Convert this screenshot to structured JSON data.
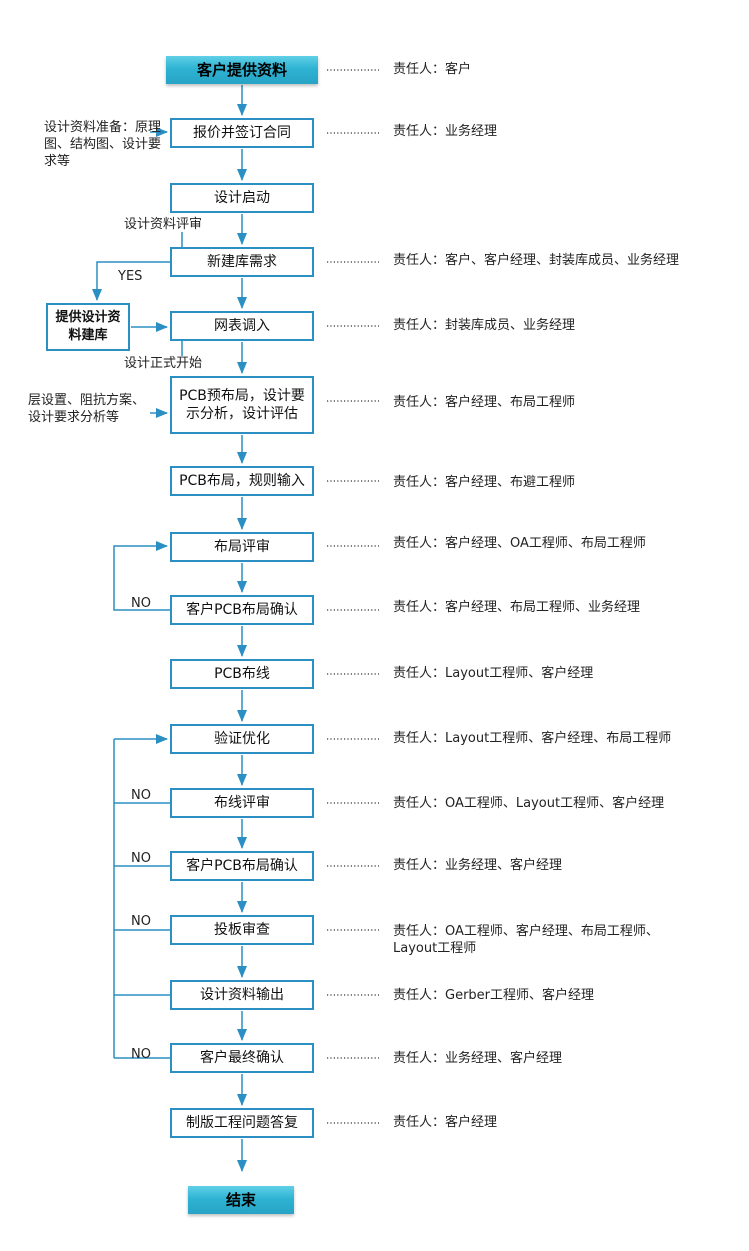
{
  "steps": [
    {
      "label": "客户提供资料",
      "resp": "责任人：客户"
    },
    {
      "label": "报价并签订合同",
      "resp": "责任人：业务经理"
    },
    {
      "label": "设计启动",
      "resp": ""
    },
    {
      "label": "新建库需求",
      "resp": "责任人：客户、客户经理、封装库成员、业务经理"
    },
    {
      "label": "网表调入",
      "resp": "责任人：封装库成员、业务经理"
    },
    {
      "label": "PCB预布局，设计要示分析，设计评估",
      "resp": "责任人：客户经理、布局工程师"
    },
    {
      "label": "PCB布局，规则输入",
      "resp": "责任人：客户经理、布避工程师"
    },
    {
      "label": "布局评审",
      "resp": "责任人：客户经理、OA工程师、布局工程师"
    },
    {
      "label": "客户PCB布局确认",
      "resp": "责任人：客户经理、布局工程师、业务经理"
    },
    {
      "label": "PCB布线",
      "resp": "责任人：Layout工程师、客户经理"
    },
    {
      "label": "验证优化",
      "resp": "责任人：Layout工程师、客户经理、布局工程师"
    },
    {
      "label": "布线评审",
      "resp": "责任人：OA工程师、Layout工程师、客户经理"
    },
    {
      "label": "客户PCB布局确认",
      "resp": "责任人：业务经理、客户经理"
    },
    {
      "label": "投板审查",
      "resp": "责任人：OA工程师、客户经理、布局工程师、Layout工程师"
    },
    {
      "label": "设计资料输出",
      "resp": "责任人：Gerber工程师、客户经理"
    },
    {
      "label": "客户最终确认",
      "resp": "责任人：业务经理、客户经理"
    },
    {
      "label": "制版工程问题答复",
      "resp": "责任人：客户经理"
    },
    {
      "label": "结束",
      "resp": ""
    }
  ],
  "side_box": "提供设计资料建库",
  "notes": {
    "prep": "设计资料准备：原理图、结构图、设计要求等",
    "review": "设计资料评审",
    "yes": "YES",
    "start": "设计正式开始",
    "layer": "层设置、阻抗方案、设计要求分析等",
    "no": "NO"
  },
  "colors": {
    "line": "#2b8fc3",
    "dots": "#333333",
    "terminal": "#2fb3d3"
  }
}
